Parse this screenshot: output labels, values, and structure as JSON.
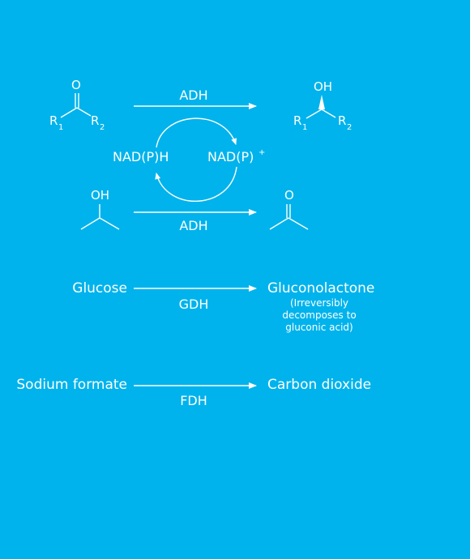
{
  "colors": {
    "background": "#00b3ec",
    "foreground": "#ffffff"
  },
  "reaction1": {
    "enzyme_top": "ADH",
    "enzyme_bottom": "ADH",
    "cofactor_left": "NAD(P)H",
    "cofactor_right_base": "NAD(P)",
    "cofactor_right_charge": "+",
    "ketone": {
      "oxygen": "O",
      "r1": "R",
      "r1_sub": "1",
      "r2": "R",
      "r2_sub": "2"
    },
    "alcohol": {
      "hydroxyl": "OH",
      "r1": "R",
      "r1_sub": "1",
      "r2": "R",
      "r2_sub": "2"
    },
    "isopropanol_hydroxyl": "OH",
    "acetone_oxygen": "O"
  },
  "reaction2": {
    "substrate": "Glucose",
    "enzyme": "GDH",
    "product": "Gluconolactone",
    "note_lines": [
      "(Irreversibly",
      "decomposes to",
      "gluconic acid)"
    ]
  },
  "reaction3": {
    "substrate": "Sodium formate",
    "enzyme": "FDH",
    "product": "Carbon dioxide"
  }
}
